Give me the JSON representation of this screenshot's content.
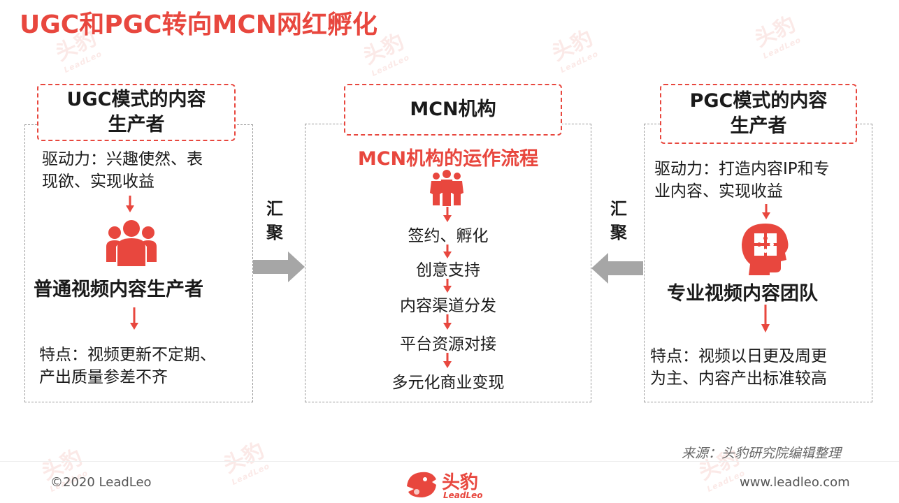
{
  "title": "UGC和PGC转向MCN网红孵化",
  "left": {
    "header": [
      "UGC模式的内容",
      "生产者"
    ],
    "drive": [
      "驱动力：兴趣使然、表",
      "现欲、实现收益"
    ],
    "producer": "普通视频内容生产者",
    "feature": [
      "特点：视频更新不定期、",
      "产出质量参差不齐"
    ]
  },
  "center": {
    "header": "MCN机构",
    "subtitle": "MCN机构的运作流程",
    "steps": [
      "签约、孵化",
      "创意支持",
      "内容渠道分发",
      "平台资源对接",
      "多元化商业变现"
    ]
  },
  "right": {
    "header": [
      "PGC模式的内容",
      "生产者"
    ],
    "drive": [
      "驱动力：打造内容IP和专",
      "业内容、实现收益"
    ],
    "producer": "专业视频内容团队",
    "feature": [
      "特点：视频以日更及周更",
      "为主、内容产出标准较高"
    ]
  },
  "converge_left": [
    "汇",
    "聚"
  ],
  "converge_right": [
    "汇",
    "聚"
  ],
  "source": "来源：头豹研究院编辑整理",
  "footer": {
    "copyright": "©2020 LeadLeo",
    "logo_text": "头豹",
    "logo_sub": "LeadLeo",
    "website": "www.leadleo.com"
  },
  "watermark": {
    "text": "头豹",
    "sub": "LeadLeo"
  },
  "colors": {
    "accent": "#e8473e",
    "arrow_gray": "#a6a6a6",
    "text": "#1a1a1a"
  }
}
